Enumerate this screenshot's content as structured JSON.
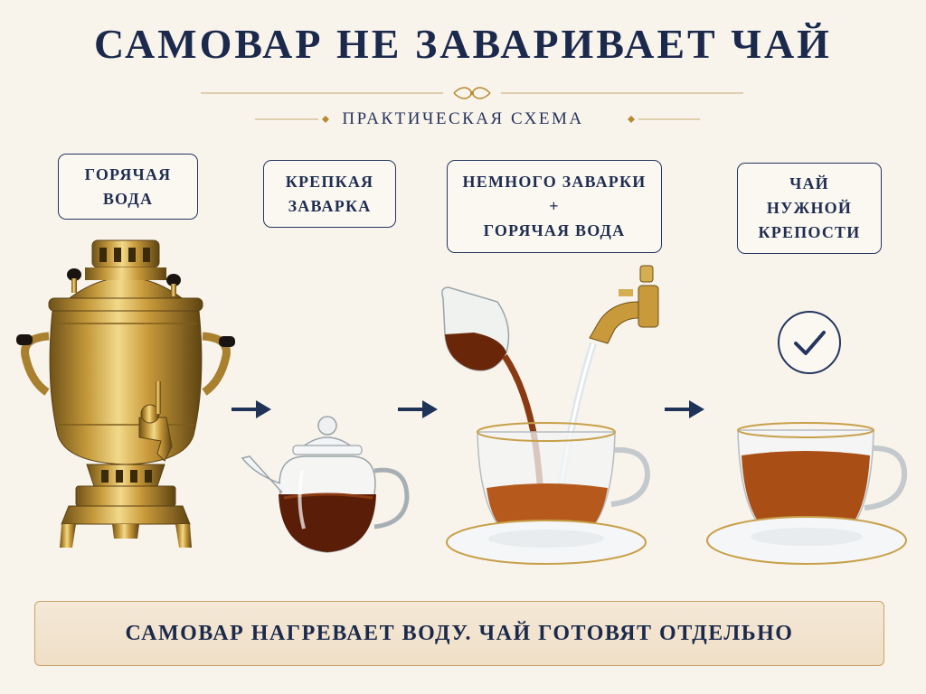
{
  "title": "САМОВАР НЕ ЗАВАРИВАЕТ ЧАЙ",
  "subtitle": "ПРАКТИЧЕСКАЯ СХЕМА",
  "steps": [
    {
      "label": "ГОРЯЧАЯ\nВОДА",
      "illustration": "samovar-icon"
    },
    {
      "label": "КРЕПКАЯ\nЗАВАРКА",
      "illustration": "glass-teapot-icon"
    },
    {
      "label": "НЕМНОГО ЗАВАРКИ\n+\nГОРЯЧАЯ ВОДА",
      "illustration": "pouring-cup-icon"
    },
    {
      "label": "ЧАЙ\nНУЖНОЙ\nКРЕПОСТИ",
      "illustration": "tea-cup-icon"
    }
  ],
  "arrow_icon": "right-arrow-icon",
  "check_icon": "checkmark-icon",
  "footer": "САМОВАР НАГРЕВАЕТ ВОДУ. ЧАЙ ГОТОВЯТ ОТДЕЛЬНО",
  "colors": {
    "navy": "#1b2a4c",
    "gold": "#b8892e",
    "tea": "#8a3a12",
    "background": "#f8f4ec"
  }
}
